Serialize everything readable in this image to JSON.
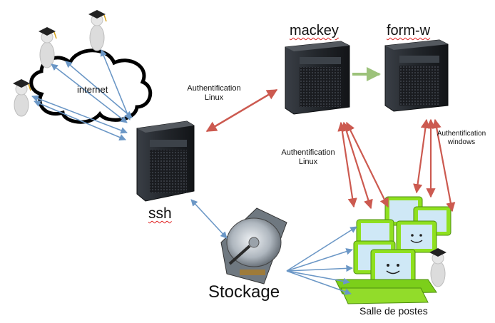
{
  "labels": {
    "internet": "internet",
    "auth_linux_top_line1": "Authentification",
    "auth_linux_top_line2": "Linux",
    "auth_linux_mid_line1": "Authentification",
    "auth_linux_mid_line2": "Linux",
    "auth_windows_line1": "Authentification",
    "auth_windows_line2": "windows",
    "mackey": "mackey",
    "formw": "form-w",
    "ssh": "ssh",
    "stockage": "Stockage",
    "salle": "Salle de postes"
  },
  "colors": {
    "blue_arrow": "#6b97c6",
    "red_arrow": "#cc5a50",
    "green_arrow": "#9cc27a",
    "server_dark": "#1f2226",
    "screen_green": "#8fe01f",
    "screen_face": "#cfe8f6"
  },
  "icons": {
    "user": "graduate-user-icon",
    "cloud": "cloud-icon",
    "server": "server-tower-icon",
    "disk": "hard-disk-icon",
    "workstations": "computer-lab-icon"
  }
}
